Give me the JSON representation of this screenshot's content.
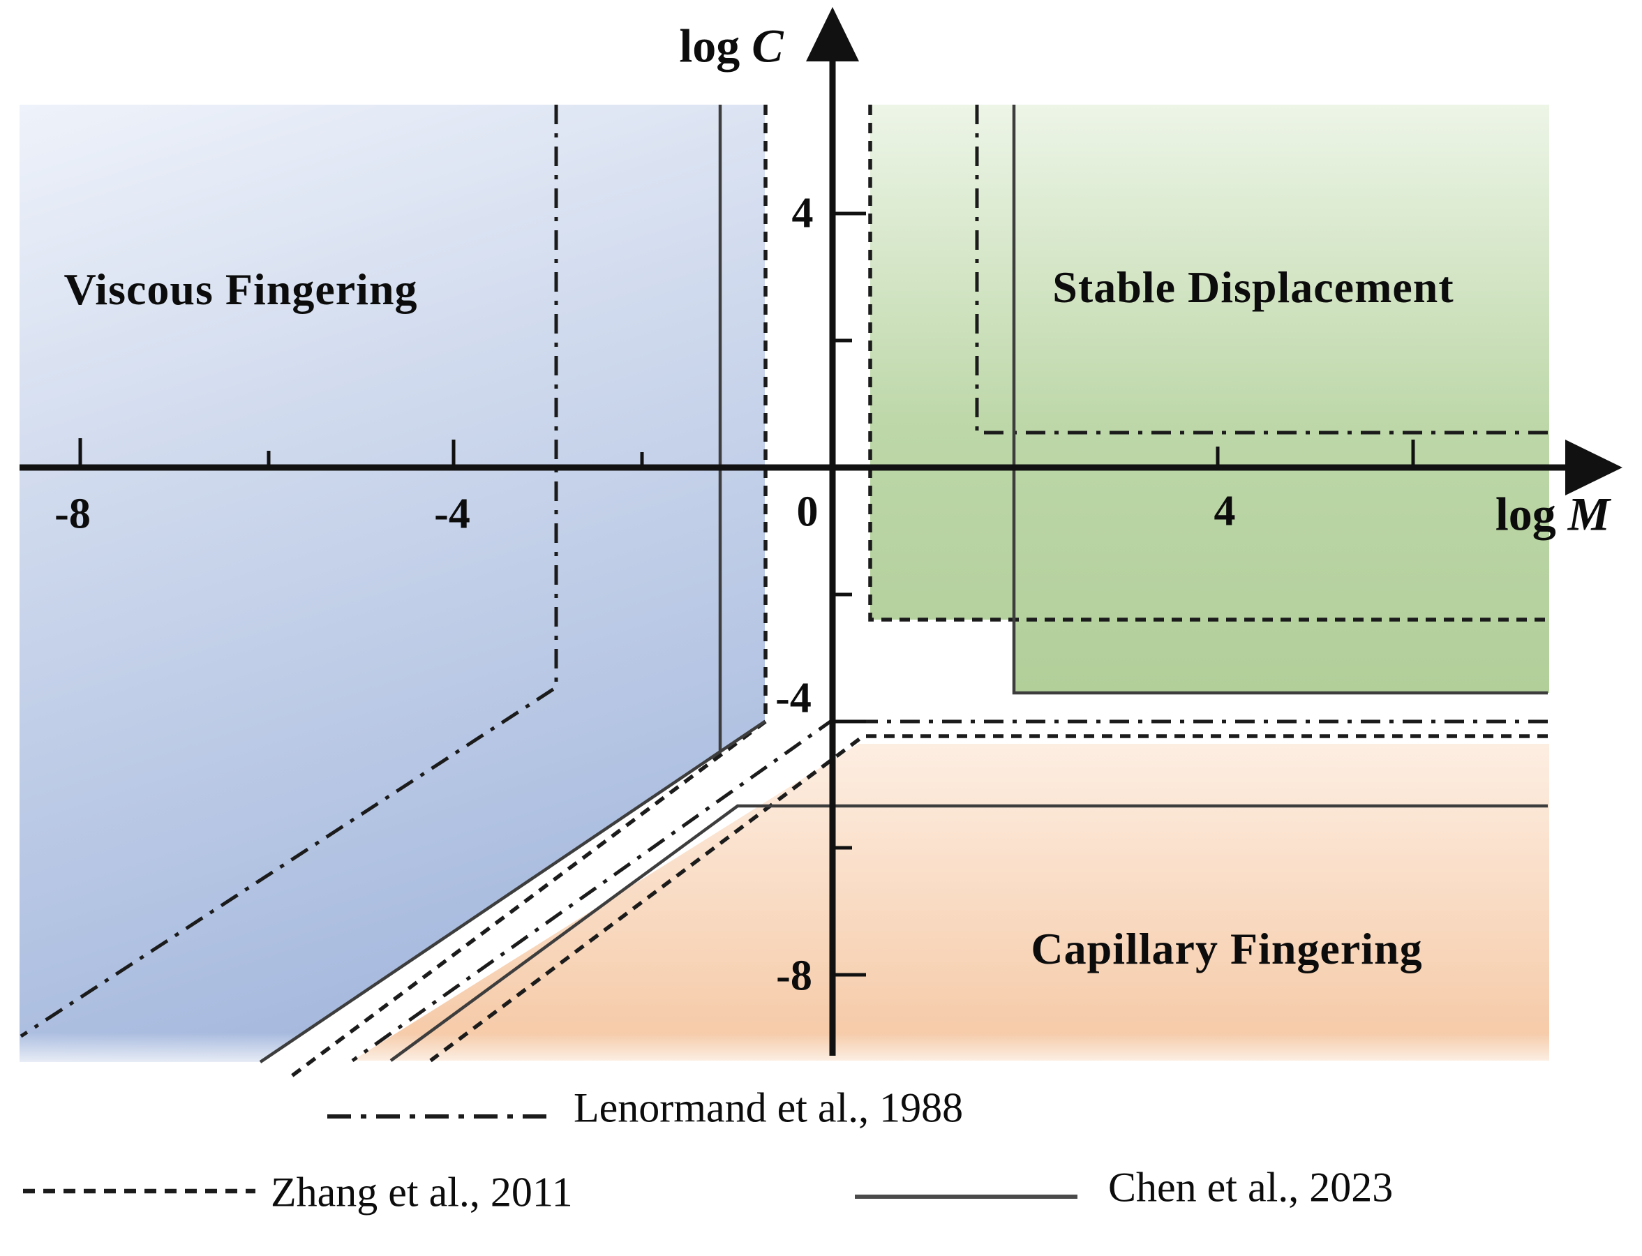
{
  "figure": {
    "kind": "phase-diagram",
    "background": "#ffffff"
  },
  "axes": {
    "x": {
      "title_prefix": "log ",
      "title_var": "M",
      "tick_labels": [
        "-8",
        "-4",
        "0",
        "4"
      ]
    },
    "y": {
      "title_prefix": "log ",
      "title_var": "C",
      "tick_labels": [
        "4",
        "-4",
        "-8"
      ]
    }
  },
  "regions": [
    {
      "label": "Viscous Fingering",
      "position": "upper-left",
      "fill_top": "#edf1f9",
      "fill_bottom": "#a7bade"
    },
    {
      "label": "Stable Displacement",
      "position": "upper-right",
      "fill_top": "#ebf3e3",
      "fill_bottom": "#b4d09c"
    },
    {
      "label": "Capillary Fingering",
      "position": "lower-right",
      "fill_top": "#fcecdf",
      "fill_bottom": "#f5c9a6"
    }
  ],
  "legend": {
    "items": [
      {
        "label": "Lenormand et al., 1988",
        "style": "dash-dot"
      },
      {
        "label": "Zhang et al., 2011",
        "style": "dashed"
      },
      {
        "label": "Chen et al., 2023",
        "style": "solid"
      }
    ]
  },
  "colors": {
    "line_dashdot": "#1b1b1b",
    "line_dashed": "#1b1b1b",
    "line_solid": "#3d3d3d",
    "axis": "#111111",
    "text": "#0c0c0c"
  },
  "chart_data": {
    "type": "line",
    "title": "",
    "xlabel": "log M",
    "ylabel": "log C",
    "xlim": [
      -8.6,
      8.4
    ],
    "ylim": [
      -9.4,
      5.7
    ],
    "grid": false,
    "legend_position": "below",
    "x_ticks_labeled": [
      -8,
      -4,
      0,
      4
    ],
    "x_ticks_minor": [
      -6,
      -2,
      6
    ],
    "y_ticks_labeled": [
      4,
      0,
      -4,
      -8
    ],
    "y_ticks_minor": [
      2,
      -2,
      -6
    ],
    "regions": [
      {
        "name": "Viscous Fingering",
        "location": "upper-left"
      },
      {
        "name": "Stable Displacement",
        "location": "upper-right"
      },
      {
        "name": "Capillary Fingering",
        "location": "lower-right"
      }
    ],
    "series": [
      {
        "name": "Lenormand et al., 1988",
        "style": "dash-dot",
        "boundaries": {
          "viscous_fingering": [
            [
              -2.9,
              5.7
            ],
            [
              -2.9,
              -3.5
            ],
            [
              -8.6,
              -9.0
            ]
          ],
          "stable_displacement": [
            [
              1.5,
              5.7
            ],
            [
              1.5,
              0.55
            ],
            [
              8.3,
              0.55
            ]
          ],
          "capillary_fingering": [
            [
              8.3,
              -4.0
            ],
            [
              0.0,
              -4.0
            ],
            [
              -5.1,
              -9.3
            ]
          ]
        }
      },
      {
        "name": "Zhang et al., 2011",
        "style": "dashed",
        "boundaries": {
          "viscous_fingering": [
            [
              -0.7,
              5.7
            ],
            [
              -0.7,
              -4.0
            ],
            [
              -5.8,
              -9.6
            ]
          ],
          "stable_displacement": [
            [
              0.4,
              5.7
            ],
            [
              0.4,
              -2.4
            ],
            [
              8.3,
              -2.4
            ]
          ],
          "capillary_fingering": [
            [
              8.3,
              -4.2
            ],
            [
              0.3,
              -4.2
            ],
            [
              -4.3,
              -9.3
            ]
          ]
        }
      },
      {
        "name": "Chen et al., 2023",
        "style": "solid",
        "boundaries": {
          "viscous_fingering": [
            [
              -1.2,
              5.7
            ],
            [
              -1.2,
              -4.5
            ],
            [
              -6.1,
              -9.4
            ]
          ],
          "stable_displacement": [
            [
              1.9,
              5.7
            ],
            [
              1.9,
              -3.5
            ],
            [
              8.3,
              -3.5
            ]
          ],
          "capillary_fingering": [
            [
              8.3,
              -5.3
            ],
            [
              -1.0,
              -5.3
            ],
            [
              -4.7,
              -9.3
            ]
          ]
        }
      }
    ]
  }
}
